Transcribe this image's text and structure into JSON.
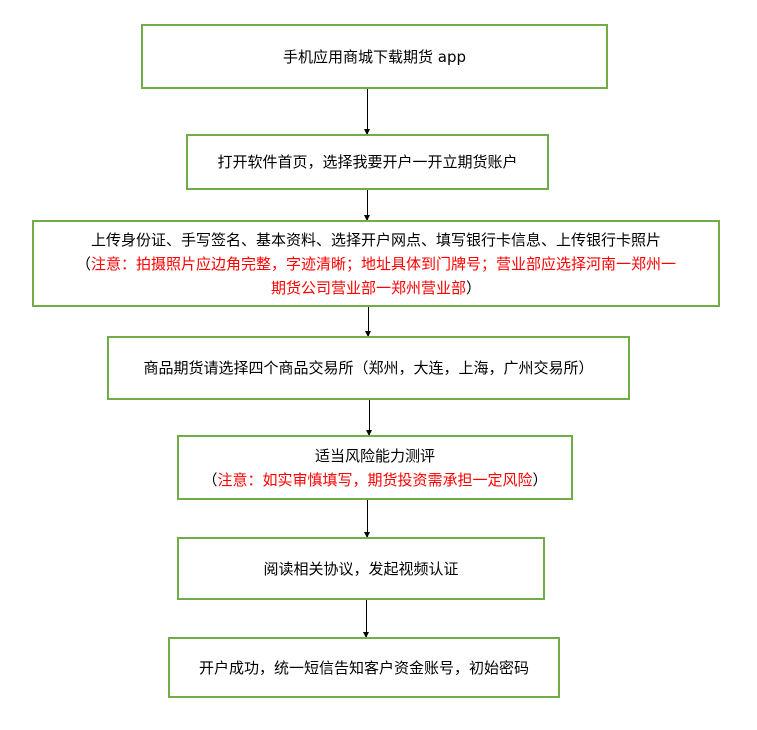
{
  "steps": [
    {
      "text": "手机应用商城下载期货 app"
    },
    {
      "text": "打开软件首页，选择我要开户一开立期货账户"
    },
    {
      "text": "上传身份证、手写签名、基本资料、选择开户网点、填写银行卡信息、上传银行卡照片",
      "note_open": "（",
      "note_line1": "注意：拍摄照片应边角完整，字迹清晰；地址具体到门牌号；营业部应选择河南一郑州一",
      "note_line2": "期货公司营业部一郑州营业部",
      "note_close": "）"
    },
    {
      "text": "商品期货请选择四个商品交易所（郑州，大连，上海，广州交易所）"
    },
    {
      "text": "适当风险能力测评",
      "note_open": "（",
      "note_line1": "注意：如实审慎填写，期货投资需承担一定风险",
      "note_close": "）"
    },
    {
      "text": "阅读相关协议，发起视频认证"
    },
    {
      "text": "开户成功，统一短信告知客户资金账号，初始密码"
    }
  ],
  "colors": {
    "border": "#70ad47",
    "note": "#ff0000"
  }
}
